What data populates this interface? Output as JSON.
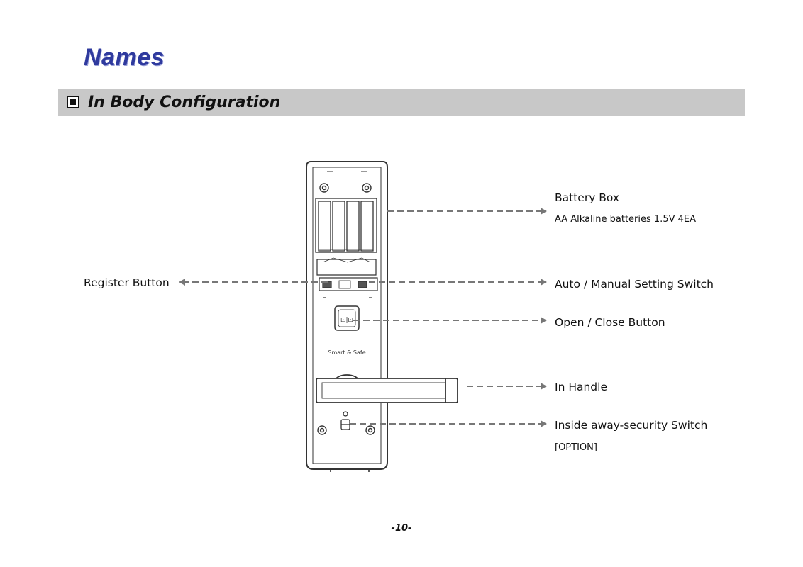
{
  "page": {
    "title": "Names",
    "section": "In Body Configuration",
    "page_number": "-10-"
  },
  "device": {
    "brand_text": "Smart & Safe"
  },
  "labels": {
    "battery_box": "Battery Box",
    "battery_spec": "AA Alkaline batteries 1.5V 4EA",
    "register_button": "Register Button",
    "auto_manual": "Auto / Manual Setting Switch",
    "open_close": "Open / Close Button",
    "in_handle": "In Handle",
    "inside_security": "Inside away-security Switch",
    "option": "[OPTION]"
  },
  "colors": {
    "title": "#2f3a9e",
    "section_bar": "#c8c8c8",
    "leader_line": "#777777",
    "device_outline": "#333333"
  }
}
